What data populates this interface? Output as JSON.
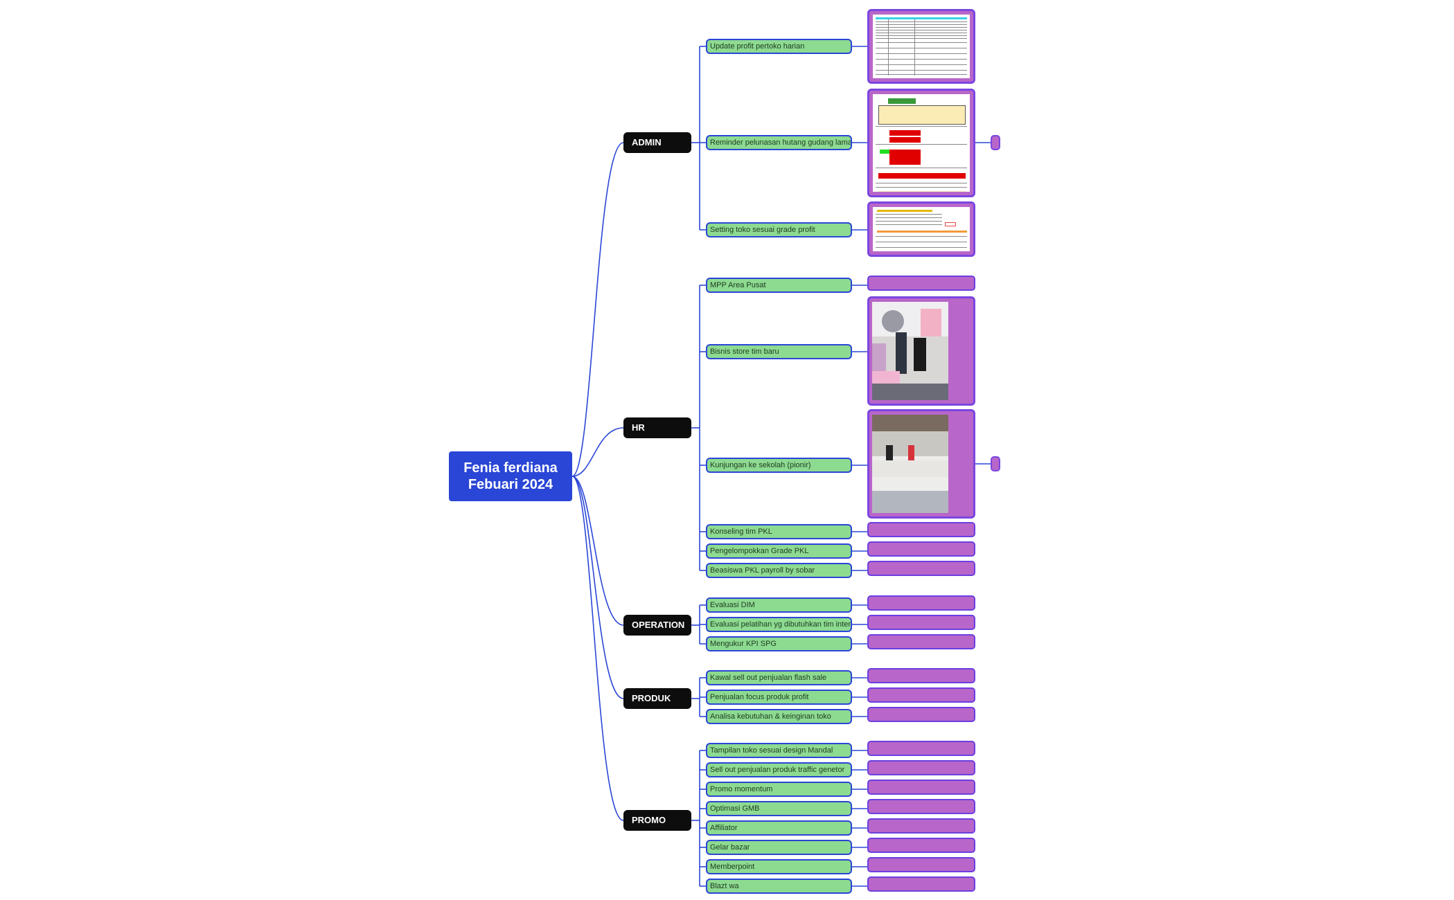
{
  "root": {
    "line1": "Fenia ferdiana",
    "line2": "Febuari 2024"
  },
  "branches": [
    {
      "label": "ADMIN",
      "items": [
        "Update profit pertoko harian",
        "Reminder pelunasan hutang gudang lama",
        "Setting toko sesuai grade profit"
      ]
    },
    {
      "label": "HR",
      "items": [
        "MPP Area Pusat",
        "Bisnis store tim baru",
        "Kunjungan ke sekolah (pionir)",
        "Konseling tim PKL",
        "Pengelompokkan Grade PKL",
        "Beasiswa PKL payroll by sobar"
      ]
    },
    {
      "label": "OPERATION",
      "items": [
        "Evaluasi DIM",
        "Evaluasi pelatihan yg dibutuhkan tim internal",
        "Mengukur KPI SPG"
      ]
    },
    {
      "label": "PRODUK",
      "items": [
        "Kawal sell out penjualan flash sale",
        "Penjualan focus produk profit",
        "Analisa kebutuhan & keinginan toko"
      ]
    },
    {
      "label": "PROMO",
      "items": [
        "Tampilan toko sesuai design Mandal",
        "Sell out penjualan produk traffic genetor",
        "Promo momentum",
        "Optimasi GMB",
        "Affiliator",
        "Gelar bazar",
        "Memberpoint",
        "Blazt wa"
      ]
    }
  ],
  "colors": {
    "root": "#2a46d6",
    "branch": "#0d0d0d",
    "leaf": "#8dda91",
    "attachment": "#b866c9",
    "connector": "#2a46d6"
  }
}
